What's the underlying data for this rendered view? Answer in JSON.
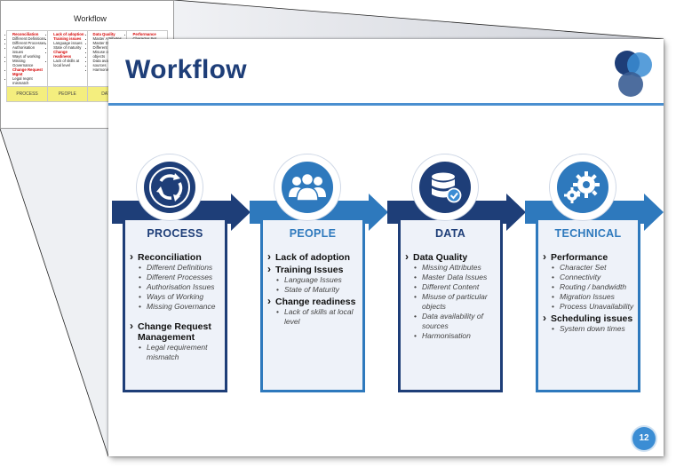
{
  "mini_slide": {
    "title": "Workflow",
    "col1": {
      "h1": "Reconciliation",
      "items1": [
        "Different Definitions",
        "Different Processes",
        "Authorisation issues",
        "Ways of working",
        "Missing Governance"
      ],
      "h2": "Change Request Mgmt",
      "items2": [
        "Legal reqmt mismatch"
      ]
    },
    "col2": {
      "h1": "Lack of adoption",
      "h2": "Training issues",
      "items2": [
        "Language issues",
        "State of maturity"
      ],
      "h3": "Change readiness",
      "items3": [
        "Lack of skills at local level"
      ]
    },
    "col3": {
      "h1": "Data Quality",
      "items1": [
        "Master Attributes",
        "Master D...",
        "Different C...",
        "Misuse of part",
        "objects",
        "Data availab",
        "sources",
        "Harmonisati"
      ]
    },
    "col4": {
      "h1": "Performance",
      "items1": [
        "Character Set",
        "Connectivit"
      ]
    },
    "footer": [
      "PROCESS",
      "PEOPLE",
      "DATA",
      ""
    ]
  },
  "slide": {
    "title": "Workflow",
    "page_number": "12",
    "columns": [
      {
        "title": "PROCESS",
        "icon": "cycle-arrows-icon",
        "groups": [
          {
            "heading": "Reconciliation",
            "items": [
              "Different Definitions",
              "Different Processes",
              "Authorisation Issues",
              "Ways of Working",
              "Missing Governance"
            ]
          },
          {
            "heading": "Change Request Management",
            "items": [
              "Legal requirement mismatch"
            ]
          }
        ]
      },
      {
        "title": "PEOPLE",
        "icon": "people-group-icon",
        "groups": [
          {
            "heading": "Lack of adoption",
            "items": []
          },
          {
            "heading": "Training Issues",
            "items": [
              "Language Issues",
              "State of Maturity"
            ]
          },
          {
            "heading": "Change readiness",
            "items": [
              "Lack of skills at local level"
            ]
          }
        ]
      },
      {
        "title": "DATA",
        "icon": "database-check-icon",
        "groups": [
          {
            "heading": "Data Quality",
            "items": [
              "Missing Attributes",
              "Master Data Issues",
              "Different Content",
              "Misuse of particular objects",
              "Data availability of sources",
              "Harmonisation"
            ]
          }
        ]
      },
      {
        "title": "TECHNICAL",
        "icon": "gears-icon",
        "groups": [
          {
            "heading": "Performance",
            "items": [
              "Character Set",
              "Connectivity",
              "Routing / bandwidth",
              "Migration Issues",
              "Process Unavailability"
            ]
          },
          {
            "heading": "Scheduling issues",
            "items": [
              "System down times"
            ]
          }
        ]
      }
    ]
  },
  "colors": {
    "navy": "#1e3e78",
    "blue": "#2e79bd",
    "light_blue": "#3b8dd4",
    "card_bg": "#eef2f9",
    "mini_footer": "#f4ee7e"
  }
}
